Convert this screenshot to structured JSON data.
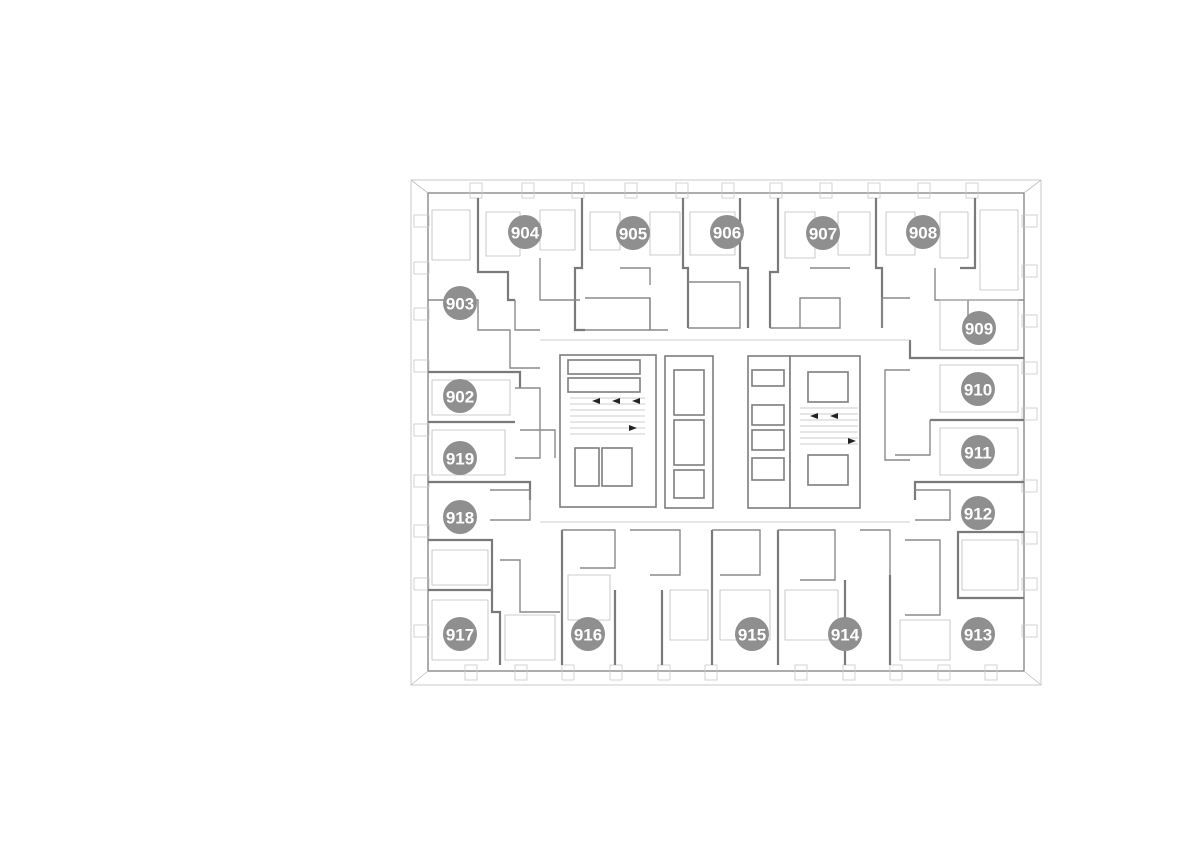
{
  "floor_plan": {
    "units": [
      {
        "id": "unit-903",
        "label": "903"
      },
      {
        "id": "unit-904",
        "label": "904"
      },
      {
        "id": "unit-905",
        "label": "905"
      },
      {
        "id": "unit-906",
        "label": "906"
      },
      {
        "id": "unit-907",
        "label": "907"
      },
      {
        "id": "unit-908",
        "label": "908"
      },
      {
        "id": "unit-909",
        "label": "909"
      },
      {
        "id": "unit-910",
        "label": "910"
      },
      {
        "id": "unit-911",
        "label": "911"
      },
      {
        "id": "unit-912",
        "label": "912"
      },
      {
        "id": "unit-902",
        "label": "902"
      },
      {
        "id": "unit-919",
        "label": "919"
      },
      {
        "id": "unit-918",
        "label": "918"
      },
      {
        "id": "unit-917",
        "label": "917"
      },
      {
        "id": "unit-916",
        "label": "916"
      },
      {
        "id": "unit-915",
        "label": "915"
      },
      {
        "id": "unit-914",
        "label": "914"
      },
      {
        "id": "unit-913",
        "label": "913"
      }
    ],
    "colors": {
      "marker_fill": "#8f8f8f",
      "marker_text": "#ffffff",
      "wall": "#8a8a8a"
    }
  }
}
